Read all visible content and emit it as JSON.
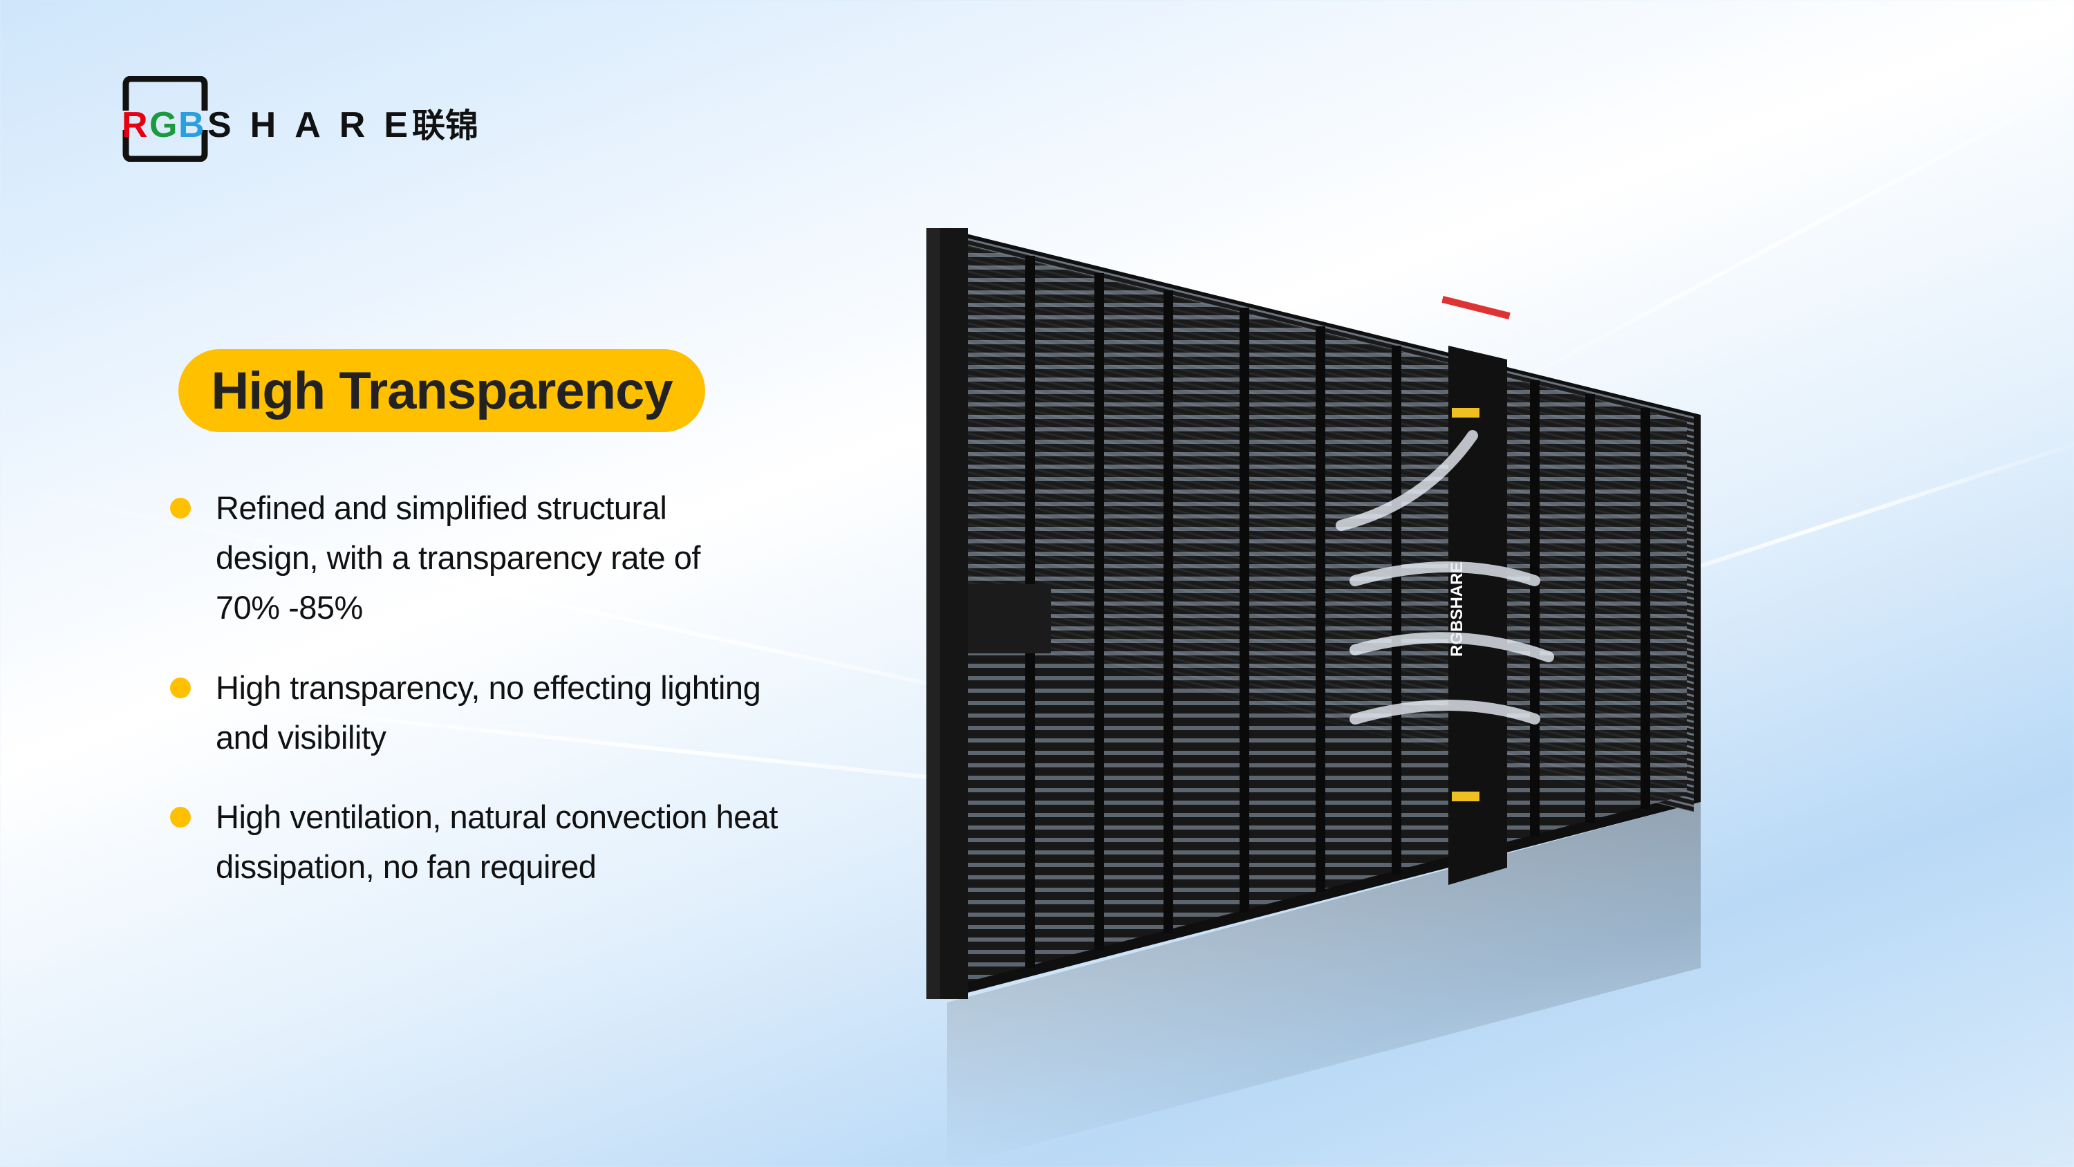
{
  "brand": {
    "logo_text": "RGBSHARE联锦",
    "colors": {
      "r": "#e60012",
      "g": "#1a9a3c",
      "b": "#2a9fe0",
      "accent": "#ffc000"
    }
  },
  "title": "High Transparency",
  "bullets": [
    {
      "lines": [
        "Refined and simplified structural",
        "design, with a transparency rate of",
        "70% -85%"
      ]
    },
    {
      "lines": [
        "High transparency, no effecting lighting",
        "and visibility"
      ]
    },
    {
      "lines": [
        "High ventilation, natural convection heat",
        "dissipation, no fan required"
      ]
    }
  ]
}
